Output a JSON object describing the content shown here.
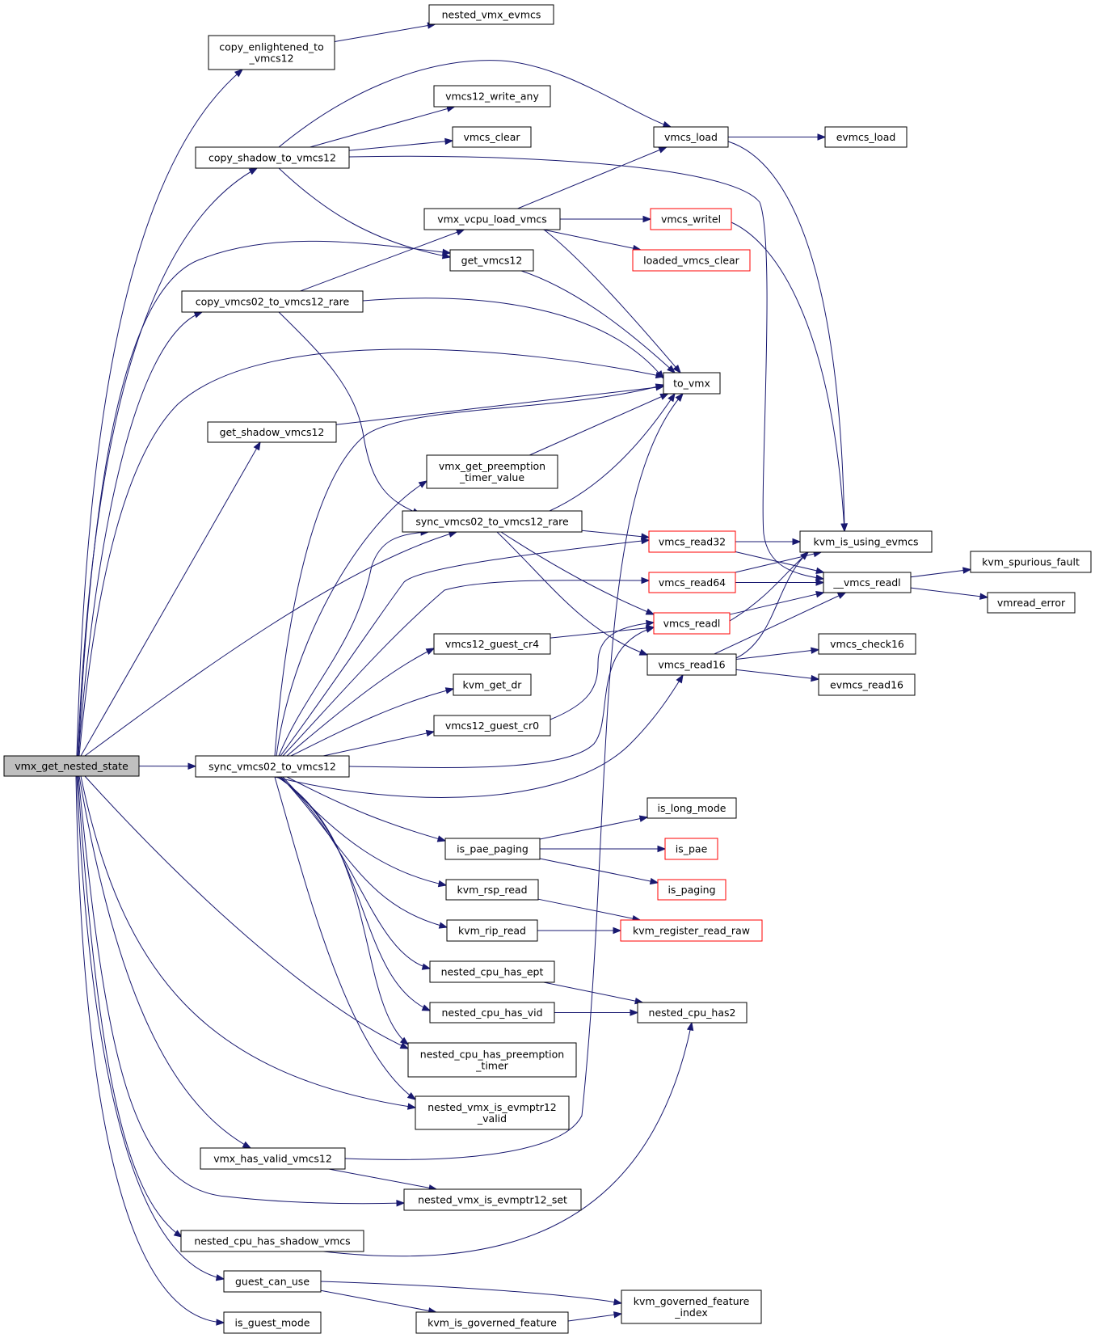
{
  "colors": {
    "edge": "#191970",
    "node_border": "#000000",
    "node_border_truncated": "#ff0000",
    "node_fill": "#ffffff",
    "root_fill": "#bfbfbf"
  },
  "nodes": [
    {
      "id": "vmx_get_nested_state",
      "lines": [
        "vmx_get_nested_state"
      ],
      "root": true
    },
    {
      "id": "copy_enlightened_to_vmcs12",
      "lines": [
        "copy_enlightened_to",
        "_vmcs12"
      ]
    },
    {
      "id": "nested_vmx_evmcs",
      "lines": [
        "nested_vmx_evmcs"
      ]
    },
    {
      "id": "copy_shadow_to_vmcs12",
      "lines": [
        "copy_shadow_to_vmcs12"
      ]
    },
    {
      "id": "vmcs12_write_any",
      "lines": [
        "vmcs12_write_any"
      ]
    },
    {
      "id": "vmcs_clear",
      "lines": [
        "vmcs_clear"
      ]
    },
    {
      "id": "vmcs_load",
      "lines": [
        "vmcs_load"
      ]
    },
    {
      "id": "evmcs_load",
      "lines": [
        "evmcs_load"
      ]
    },
    {
      "id": "vmx_vcpu_load_vmcs",
      "lines": [
        "vmx_vcpu_load_vmcs"
      ]
    },
    {
      "id": "vmcs_writel",
      "lines": [
        "vmcs_writel"
      ],
      "truncated": true
    },
    {
      "id": "get_vmcs12",
      "lines": [
        "get_vmcs12"
      ]
    },
    {
      "id": "loaded_vmcs_clear",
      "lines": [
        "loaded_vmcs_clear"
      ],
      "truncated": true
    },
    {
      "id": "copy_vmcs02_to_vmcs12_rare",
      "lines": [
        "copy_vmcs02_to_vmcs12_rare"
      ]
    },
    {
      "id": "to_vmx",
      "lines": [
        "to_vmx"
      ]
    },
    {
      "id": "get_shadow_vmcs12",
      "lines": [
        "get_shadow_vmcs12"
      ]
    },
    {
      "id": "vmx_get_preemption_timer_value",
      "lines": [
        "vmx_get_preemption",
        "_timer_value"
      ]
    },
    {
      "id": "sync_vmcs02_to_vmcs12_rare",
      "lines": [
        "sync_vmcs02_to_vmcs12_rare"
      ]
    },
    {
      "id": "vmcs_read32",
      "lines": [
        "vmcs_read32"
      ],
      "truncated": true
    },
    {
      "id": "kvm_is_using_evmcs",
      "lines": [
        "kvm_is_using_evmcs"
      ]
    },
    {
      "id": "kvm_spurious_fault",
      "lines": [
        "kvm_spurious_fault"
      ]
    },
    {
      "id": "vmcs_read64",
      "lines": [
        "vmcs_read64"
      ],
      "truncated": true
    },
    {
      "id": "__vmcs_readl",
      "lines": [
        "__vmcs_readl"
      ]
    },
    {
      "id": "vmread_error",
      "lines": [
        "vmread_error"
      ]
    },
    {
      "id": "vmcs_readl",
      "lines": [
        "vmcs_readl"
      ],
      "truncated": true
    },
    {
      "id": "vmcs12_guest_cr4",
      "lines": [
        "vmcs12_guest_cr4"
      ]
    },
    {
      "id": "vmcs_check16",
      "lines": [
        "vmcs_check16"
      ]
    },
    {
      "id": "vmcs_read16",
      "lines": [
        "vmcs_read16"
      ]
    },
    {
      "id": "kvm_get_dr",
      "lines": [
        "kvm_get_dr"
      ]
    },
    {
      "id": "evmcs_read16",
      "lines": [
        "evmcs_read16"
      ]
    },
    {
      "id": "vmcs12_guest_cr0",
      "lines": [
        "vmcs12_guest_cr0"
      ]
    },
    {
      "id": "sync_vmcs02_to_vmcs12",
      "lines": [
        "sync_vmcs02_to_vmcs12"
      ]
    },
    {
      "id": "is_long_mode",
      "lines": [
        "is_long_mode"
      ]
    },
    {
      "id": "is_pae_paging",
      "lines": [
        "is_pae_paging"
      ]
    },
    {
      "id": "is_pae",
      "lines": [
        "is_pae"
      ],
      "truncated": true
    },
    {
      "id": "kvm_rsp_read",
      "lines": [
        "kvm_rsp_read"
      ]
    },
    {
      "id": "is_paging",
      "lines": [
        "is_paging"
      ],
      "truncated": true
    },
    {
      "id": "kvm_rip_read",
      "lines": [
        "kvm_rip_read"
      ]
    },
    {
      "id": "kvm_register_read_raw",
      "lines": [
        "kvm_register_read_raw"
      ],
      "truncated": true
    },
    {
      "id": "nested_cpu_has_ept",
      "lines": [
        "nested_cpu_has_ept"
      ]
    },
    {
      "id": "nested_cpu_has_vid",
      "lines": [
        "nested_cpu_has_vid"
      ]
    },
    {
      "id": "nested_cpu_has2",
      "lines": [
        "nested_cpu_has2"
      ]
    },
    {
      "id": "nested_cpu_has_preemption_timer",
      "lines": [
        "nested_cpu_has_preemption",
        "_timer"
      ]
    },
    {
      "id": "nested_vmx_is_evmptr12_valid",
      "lines": [
        "nested_vmx_is_evmptr12",
        "_valid"
      ]
    },
    {
      "id": "vmx_has_valid_vmcs12",
      "lines": [
        "vmx_has_valid_vmcs12"
      ]
    },
    {
      "id": "nested_vmx_is_evmptr12_set",
      "lines": [
        "nested_vmx_is_evmptr12_set"
      ]
    },
    {
      "id": "nested_cpu_has_shadow_vmcs",
      "lines": [
        "nested_cpu_has_shadow_vmcs"
      ]
    },
    {
      "id": "guest_can_use",
      "lines": [
        "guest_can_use"
      ]
    },
    {
      "id": "kvm_governed_feature_index",
      "lines": [
        "kvm_governed_feature",
        "_index"
      ]
    },
    {
      "id": "is_guest_mode",
      "lines": [
        "is_guest_mode"
      ]
    },
    {
      "id": "kvm_is_governed_feature",
      "lines": [
        "kvm_is_governed_feature"
      ]
    }
  ],
  "edges": [
    [
      "vmx_get_nested_state",
      "copy_enlightened_to_vmcs12"
    ],
    [
      "vmx_get_nested_state",
      "copy_shadow_to_vmcs12"
    ],
    [
      "vmx_get_nested_state",
      "get_vmcs12"
    ],
    [
      "vmx_get_nested_state",
      "copy_vmcs02_to_vmcs12_rare"
    ],
    [
      "vmx_get_nested_state",
      "to_vmx"
    ],
    [
      "vmx_get_nested_state",
      "get_shadow_vmcs12"
    ],
    [
      "vmx_get_nested_state",
      "sync_vmcs02_to_vmcs12_rare"
    ],
    [
      "vmx_get_nested_state",
      "sync_vmcs02_to_vmcs12"
    ],
    [
      "vmx_get_nested_state",
      "nested_cpu_has_preemption_timer"
    ],
    [
      "vmx_get_nested_state",
      "nested_vmx_is_evmptr12_valid"
    ],
    [
      "vmx_get_nested_state",
      "vmx_has_valid_vmcs12"
    ],
    [
      "vmx_get_nested_state",
      "nested_vmx_is_evmptr12_set"
    ],
    [
      "vmx_get_nested_state",
      "nested_cpu_has_shadow_vmcs"
    ],
    [
      "vmx_get_nested_state",
      "guest_can_use"
    ],
    [
      "vmx_get_nested_state",
      "is_guest_mode"
    ],
    [
      "copy_enlightened_to_vmcs12",
      "nested_vmx_evmcs"
    ],
    [
      "copy_shadow_to_vmcs12",
      "vmcs12_write_any"
    ],
    [
      "copy_shadow_to_vmcs12",
      "vmcs_clear"
    ],
    [
      "copy_shadow_to_vmcs12",
      "vmcs_load"
    ],
    [
      "copy_shadow_to_vmcs12",
      "get_vmcs12"
    ],
    [
      "copy_shadow_to_vmcs12",
      "__vmcs_readl"
    ],
    [
      "vmcs_load",
      "evmcs_load"
    ],
    [
      "vmcs_load",
      "kvm_is_using_evmcs"
    ],
    [
      "copy_vmcs02_to_vmcs12_rare",
      "vmx_vcpu_load_vmcs"
    ],
    [
      "copy_vmcs02_to_vmcs12_rare",
      "to_vmx"
    ],
    [
      "copy_vmcs02_to_vmcs12_rare",
      "sync_vmcs02_to_vmcs12_rare"
    ],
    [
      "vmx_vcpu_load_vmcs",
      "vmcs_load"
    ],
    [
      "vmx_vcpu_load_vmcs",
      "vmcs_writel"
    ],
    [
      "vmx_vcpu_load_vmcs",
      "loaded_vmcs_clear"
    ],
    [
      "vmx_vcpu_load_vmcs",
      "to_vmx"
    ],
    [
      "vmcs_writel",
      "kvm_is_using_evmcs"
    ],
    [
      "get_vmcs12",
      "to_vmx"
    ],
    [
      "get_shadow_vmcs12",
      "to_vmx"
    ],
    [
      "vmx_get_preemption_timer_value",
      "to_vmx"
    ],
    [
      "sync_vmcs02_to_vmcs12_rare",
      "to_vmx"
    ],
    [
      "sync_vmcs02_to_vmcs12_rare",
      "vmcs_read32"
    ],
    [
      "sync_vmcs02_to_vmcs12_rare",
      "vmcs_readl"
    ],
    [
      "sync_vmcs02_to_vmcs12_rare",
      "vmcs_read16"
    ],
    [
      "vmcs_read32",
      "kvm_is_using_evmcs"
    ],
    [
      "vmcs_read32",
      "__vmcs_readl"
    ],
    [
      "vmcs_read64",
      "kvm_is_using_evmcs"
    ],
    [
      "vmcs_read64",
      "__vmcs_readl"
    ],
    [
      "vmcs_readl",
      "kvm_is_using_evmcs"
    ],
    [
      "vmcs_readl",
      "__vmcs_readl"
    ],
    [
      "vmcs_read16",
      "kvm_is_using_evmcs"
    ],
    [
      "vmcs_read16",
      "__vmcs_readl"
    ],
    [
      "vmcs_read16",
      "vmcs_check16"
    ],
    [
      "vmcs_read16",
      "evmcs_read16"
    ],
    [
      "__vmcs_readl",
      "kvm_spurious_fault"
    ],
    [
      "__vmcs_readl",
      "vmread_error"
    ],
    [
      "vmcs12_guest_cr4",
      "vmcs_readl"
    ],
    [
      "vmcs12_guest_cr0",
      "vmcs_readl"
    ],
    [
      "sync_vmcs02_to_vmcs12",
      "to_vmx"
    ],
    [
      "sync_vmcs02_to_vmcs12",
      "vmx_get_preemption_timer_value"
    ],
    [
      "sync_vmcs02_to_vmcs12",
      "sync_vmcs02_to_vmcs12_rare"
    ],
    [
      "sync_vmcs02_to_vmcs12",
      "vmcs_read32"
    ],
    [
      "sync_vmcs02_to_vmcs12",
      "vmcs_read64"
    ],
    [
      "sync_vmcs02_to_vmcs12",
      "vmcs12_guest_cr4"
    ],
    [
      "sync_vmcs02_to_vmcs12",
      "kvm_get_dr"
    ],
    [
      "sync_vmcs02_to_vmcs12",
      "vmcs12_guest_cr0"
    ],
    [
      "sync_vmcs02_to_vmcs12",
      "vmcs_readl"
    ],
    [
      "sync_vmcs02_to_vmcs12",
      "vmcs_read16"
    ],
    [
      "sync_vmcs02_to_vmcs12",
      "is_pae_paging"
    ],
    [
      "sync_vmcs02_to_vmcs12",
      "kvm_rsp_read"
    ],
    [
      "sync_vmcs02_to_vmcs12",
      "kvm_rip_read"
    ],
    [
      "sync_vmcs02_to_vmcs12",
      "nested_cpu_has_ept"
    ],
    [
      "sync_vmcs02_to_vmcs12",
      "nested_cpu_has_vid"
    ],
    [
      "sync_vmcs02_to_vmcs12",
      "nested_cpu_has_preemption_timer"
    ],
    [
      "sync_vmcs02_to_vmcs12",
      "nested_vmx_is_evmptr12_valid"
    ],
    [
      "is_pae_paging",
      "is_long_mode"
    ],
    [
      "is_pae_paging",
      "is_pae"
    ],
    [
      "is_pae_paging",
      "is_paging"
    ],
    [
      "kvm_rsp_read",
      "kvm_register_read_raw"
    ],
    [
      "kvm_rip_read",
      "kvm_register_read_raw"
    ],
    [
      "nested_cpu_has_ept",
      "nested_cpu_has2"
    ],
    [
      "nested_cpu_has_vid",
      "nested_cpu_has2"
    ],
    [
      "vmx_has_valid_vmcs12",
      "to_vmx"
    ],
    [
      "vmx_has_valid_vmcs12",
      "nested_vmx_is_evmptr12_set"
    ],
    [
      "nested_cpu_has_shadow_vmcs",
      "nested_cpu_has2"
    ],
    [
      "guest_can_use",
      "kvm_governed_feature_index"
    ],
    [
      "guest_can_use",
      "kvm_is_governed_feature"
    ],
    [
      "kvm_is_governed_feature",
      "kvm_governed_feature_index"
    ]
  ]
}
